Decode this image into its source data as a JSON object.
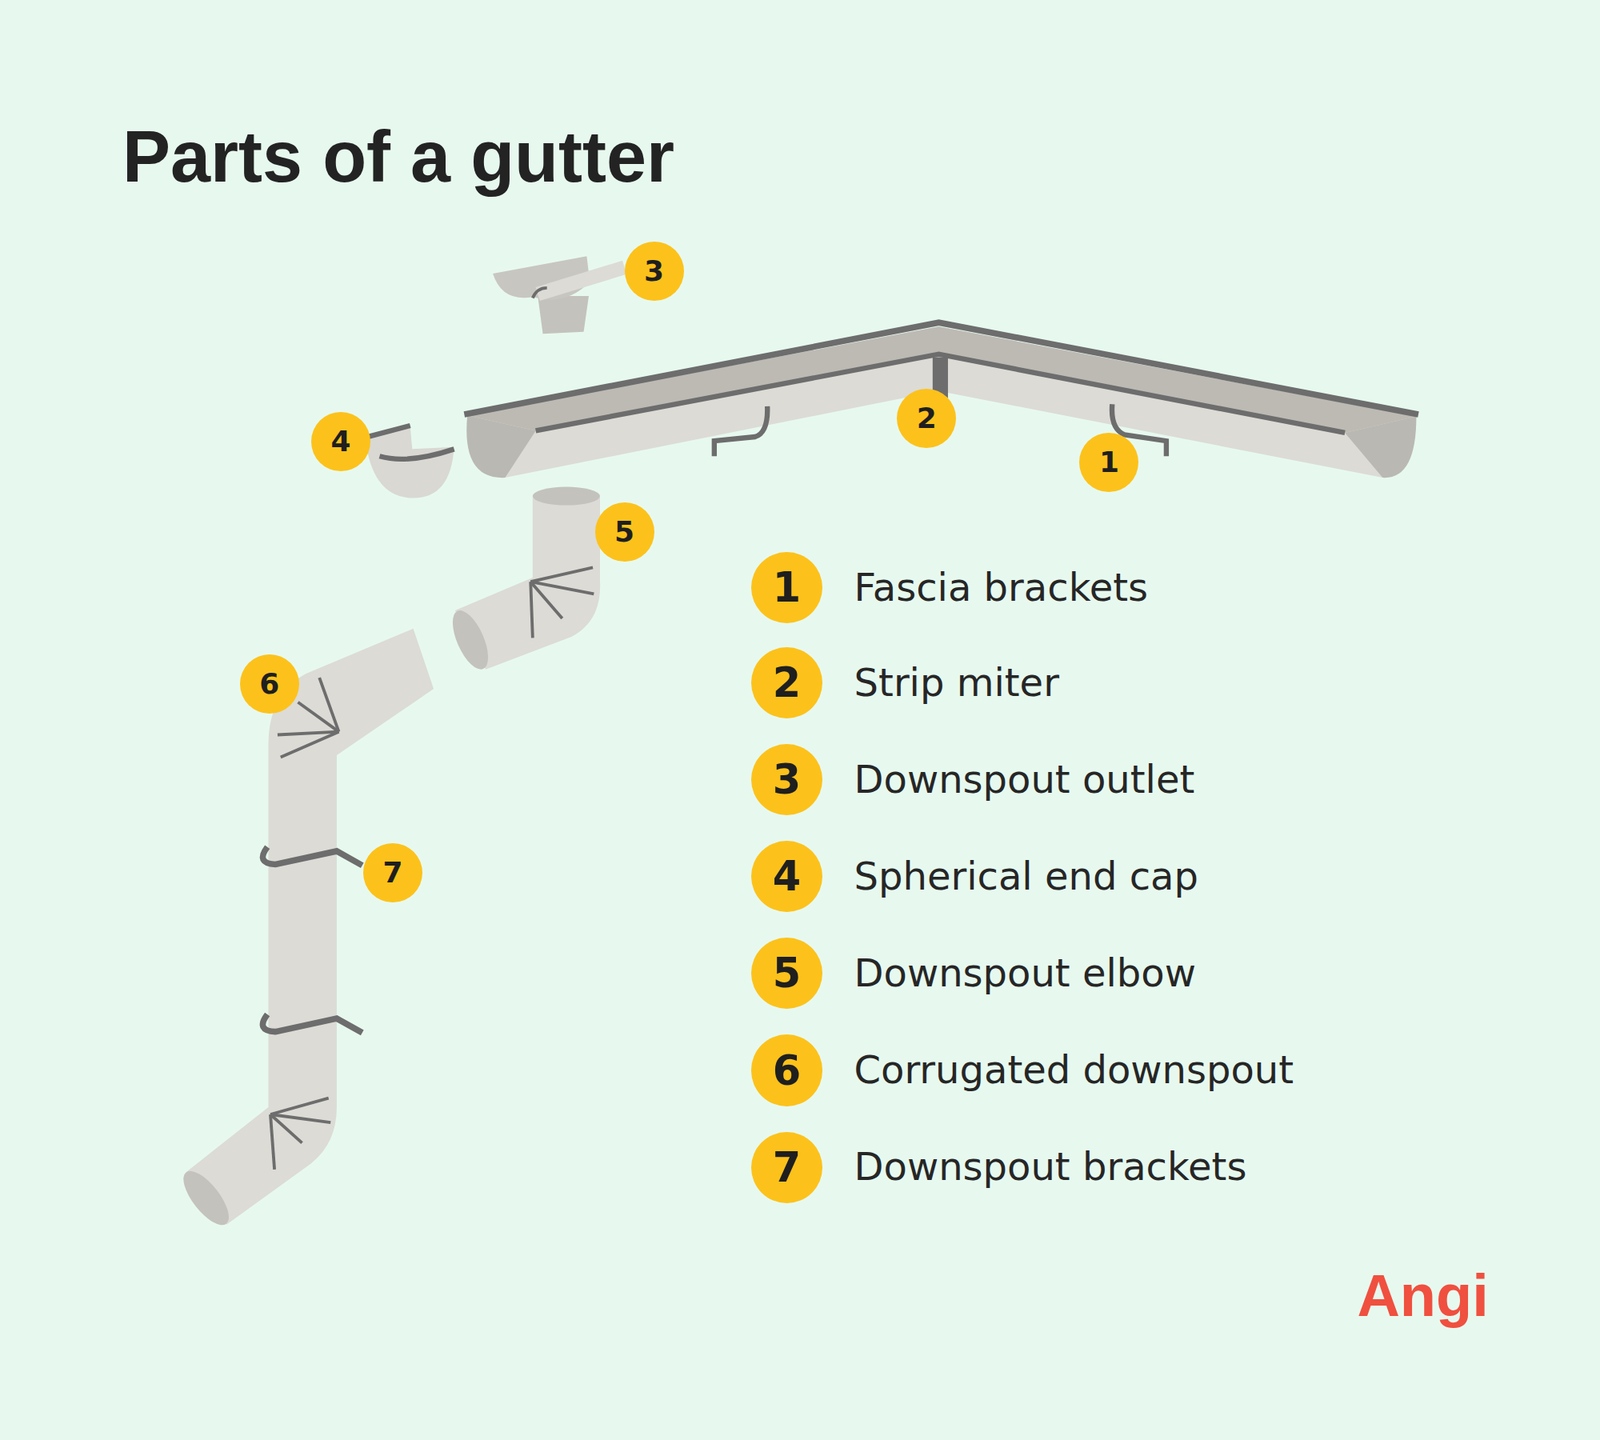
{
  "diagram": {
    "title": "Parts of a gutter",
    "labels": [
      "3",
      "4",
      "2",
      "1",
      "5",
      "6",
      "7",
      "1",
      "Fascia brackets",
      "2",
      "Strip miter",
      "3",
      "Downspout outlet",
      "4",
      "Spherical end cap",
      "5",
      "Downspout elbow",
      "6",
      "Corrugated downspout",
      "7",
      "Downspout brackets",
      "Angi"
    ]
  }
}
